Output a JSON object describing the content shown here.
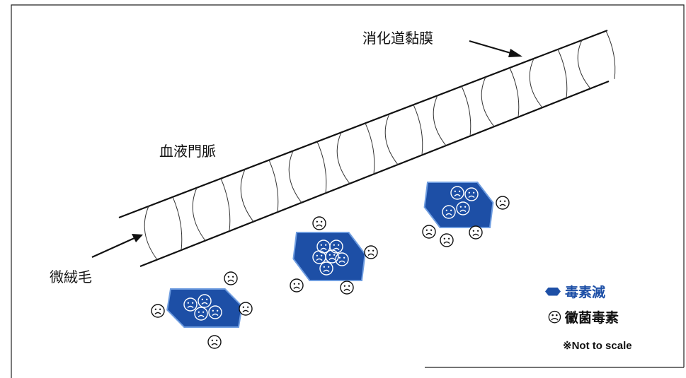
{
  "labels": {
    "mucosa": "消化道黏膜",
    "portal_vein": "血液門脈",
    "villi": "微絨毛"
  },
  "legend": {
    "binder_label": "毒素滅",
    "toxin_label": "黴菌毒素",
    "binder_color": "#1d4fa6",
    "toxin_icon": "frowning-face-icon"
  },
  "note": "※Not to scale",
  "colors": {
    "line": "#111111",
    "binder": "#1d4fa6",
    "binder_edge": "#6f9de0"
  }
}
